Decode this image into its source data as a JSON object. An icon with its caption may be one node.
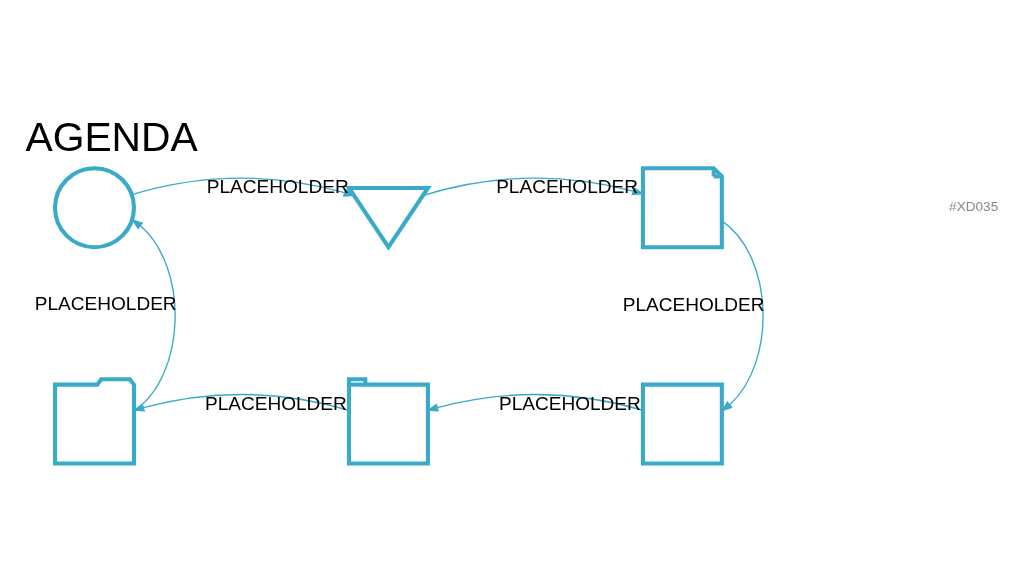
{
  "diagram": {
    "title": "AGENDA",
    "nodes": [
      {
        "text": [],
        "shape": "globe"
      },
      {
        "text": [],
        "shape": "wrench"
      },
      {
        "text": [],
        "shape": "chat"
      },
      {
        "text": [],
        "shape": "chart"
      },
      {
        "text": [],
        "shape": "card"
      },
      {
        "text": [],
        "shape": "document"
      }
    ],
    "edges": [
      {
        "from": 0,
        "to": 1,
        "arrow": "to",
        "label": "PLACEHOLDER"
      },
      {
        "from": 1,
        "to": 2,
        "arrow": "to",
        "label": "PLACEHOLDER"
      },
      {
        "from": 2,
        "to": 3,
        "arrow": "to",
        "label": "PLACEHOLDER"
      },
      {
        "from": 3,
        "to": 4,
        "arrow": "to",
        "label": "PLACEHOLDER"
      },
      {
        "from": 4,
        "to": 5,
        "arrow": "to",
        "label": "PLACEHOLDER"
      },
      {
        "from": 5,
        "to": 0,
        "arrow": "to",
        "label": "PLACEHOLDER"
      }
    ],
    "labels": [
      "#XD035"
    ]
  }
}
